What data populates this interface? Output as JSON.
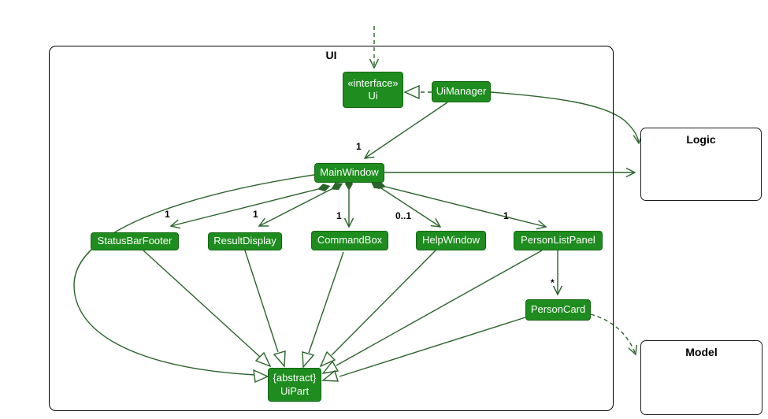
{
  "diagram": {
    "frame_label": "UI",
    "containers": {
      "logic": "Logic",
      "model": "Model"
    },
    "nodes": {
      "interface_ui": {
        "stereotype": "«interface»",
        "name": "Ui"
      },
      "ui_manager": {
        "name": "UiManager"
      },
      "main_window": {
        "name": "MainWindow"
      },
      "status_bar_footer": {
        "name": "StatusBarFooter"
      },
      "result_display": {
        "name": "ResultDisplay"
      },
      "command_box": {
        "name": "CommandBox"
      },
      "help_window": {
        "name": "HelpWindow"
      },
      "person_list_panel": {
        "name": "PersonListPanel"
      },
      "person_card": {
        "name": "PersonCard"
      },
      "ui_part": {
        "modifier": "{abstract}",
        "name": "UiPart"
      }
    },
    "multiplicities": {
      "main_window": "1",
      "status_bar_footer": "1",
      "result_display": "1",
      "command_box": "1",
      "help_window": "0..1",
      "person_list_panel": "1",
      "person_card": "*"
    },
    "relationships": [
      {
        "from": "external",
        "to": "interface_ui",
        "type": "dashed-dependency"
      },
      {
        "from": "ui_manager",
        "to": "interface_ui",
        "type": "realization"
      },
      {
        "from": "ui_manager",
        "to": "main_window",
        "type": "association",
        "multiplicity": "1"
      },
      {
        "from": "ui_manager",
        "to": "logic",
        "type": "association"
      },
      {
        "from": "main_window",
        "to": "logic",
        "type": "association"
      },
      {
        "from": "main_window",
        "to": "status_bar_footer",
        "type": "composition",
        "multiplicity": "1"
      },
      {
        "from": "main_window",
        "to": "result_display",
        "type": "composition",
        "multiplicity": "1"
      },
      {
        "from": "main_window",
        "to": "command_box",
        "type": "composition",
        "multiplicity": "1"
      },
      {
        "from": "main_window",
        "to": "help_window",
        "type": "composition",
        "multiplicity": "0..1"
      },
      {
        "from": "main_window",
        "to": "person_list_panel",
        "type": "composition",
        "multiplicity": "1"
      },
      {
        "from": "person_list_panel",
        "to": "person_card",
        "type": "association",
        "multiplicity": "*"
      },
      {
        "from": "person_card",
        "to": "model",
        "type": "dashed-dependency"
      },
      {
        "from": "main_window",
        "to": "ui_part",
        "type": "inheritance"
      },
      {
        "from": "status_bar_footer",
        "to": "ui_part",
        "type": "inheritance"
      },
      {
        "from": "result_display",
        "to": "ui_part",
        "type": "inheritance"
      },
      {
        "from": "command_box",
        "to": "ui_part",
        "type": "inheritance"
      },
      {
        "from": "help_window",
        "to": "ui_part",
        "type": "inheritance"
      },
      {
        "from": "person_list_panel",
        "to": "ui_part",
        "type": "inheritance"
      },
      {
        "from": "person_card",
        "to": "ui_part",
        "type": "inheritance"
      }
    ],
    "colors": {
      "node_fill": "#1E8C1E",
      "node_text": "#FFFFFF",
      "edge": "#2B642B",
      "frame_border": "#000000"
    }
  }
}
